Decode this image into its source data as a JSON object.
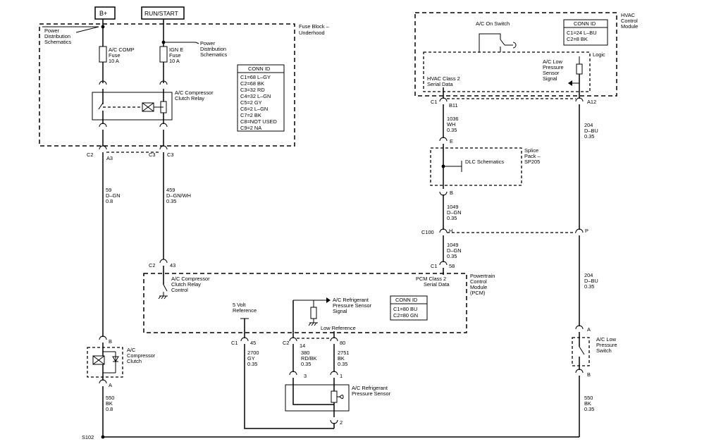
{
  "power": {
    "bplus": "B+",
    "runstart": "RUN/START"
  },
  "fuse_block": {
    "title_1": "Fuse Block –",
    "title_2": "Underhood",
    "pds_left_1": "Power",
    "pds_left_2": "Distribution",
    "pds_left_3": "Schematics",
    "pds_right_1": "Power",
    "pds_right_2": "Distribution",
    "pds_right_3": "Schematics",
    "fuse1_1": "A/C COMP",
    "fuse1_2": "Fuse",
    "fuse1_3": "10 A",
    "fuse2_1": "IGN E",
    "fuse2_2": "Fuse",
    "fuse2_3": "10 A",
    "relay_1": "A/C Compressor",
    "relay_2": "Clutch Relay",
    "conn_title": "CONN ID",
    "conn_rows": [
      "C1=68 L–GY",
      "C2=68 BK",
      "C3=32 RD",
      "C4=32 L–GN",
      "C5=2 GY",
      "C6=2 L–GN",
      "C7=2 BK",
      "C8=NOT USED",
      "C9=2 NA"
    ]
  },
  "hvac": {
    "title_1": "HVAC",
    "title_2": "Control",
    "title_3": "Module",
    "switch_label": "A/C On Switch",
    "logic": "Logic",
    "class2_1": "HVAC Class 2",
    "class2_2": "Serial Data",
    "sensor_1": "A/C Low",
    "sensor_2": "Pressure",
    "sensor_3": "Sensor",
    "sensor_4": "Signal",
    "conn_title": "CONN ID",
    "conn_rows": [
      "C1=24 L–BU",
      "C2=8 BK"
    ]
  },
  "pcm": {
    "title_1": "Powertrain",
    "title_2": "Control",
    "title_3": "Module",
    "title_4": "(PCM)",
    "class2_1": "PCM Class 2",
    "class2_2": "Serial Data",
    "relay_ctrl_1": "A/C Compressor",
    "relay_ctrl_2": "Clutch Relay",
    "relay_ctrl_3": "Control",
    "ref_1": "5 Volt",
    "ref_2": "Reference",
    "sig_1": "A/C Refrigerant",
    "sig_2": "Pressure Sensor",
    "sig_3": "Signal",
    "low_ref": "Low Reference",
    "conn_title": "CONN ID",
    "conn_rows": [
      "C1=80 BU",
      "C2=80 GN"
    ]
  },
  "splice": {
    "title_1": "Splice",
    "title_2": "Pack –",
    "title_3": "SP205",
    "dlc": "DLC Schematics",
    "e": "E",
    "b": "B"
  },
  "connectors": {
    "c2": "C2",
    "a3": "A3",
    "c3a": "C3",
    "c3b": "C3",
    "c2b": "C2",
    "p43": "43",
    "c1_hvac": "C1",
    "b11": "B11",
    "a12": "A12",
    "c100": "C100",
    "h": "H",
    "p": "P",
    "c1_pcm": "C1",
    "p58": "58",
    "c1_ref": "C1",
    "p45": "45",
    "c2_sig": "C2",
    "p14": "14",
    "p80": "80",
    "clutch_b": "B",
    "clutch_a": "A",
    "lps_a": "A",
    "lps_b": "B",
    "sensor_3": "3",
    "sensor_1": "1",
    "sensor_2": "2"
  },
  "wires": {
    "w59": [
      "59",
      "D–GN",
      "0.8"
    ],
    "w459": [
      "459",
      "D–GN/WH",
      "0.35"
    ],
    "w1036": [
      "1036",
      "WH",
      "0.35"
    ],
    "w1049a": [
      "1049",
      "D–GN",
      "0.35"
    ],
    "w1049b": [
      "1049",
      "D–GN",
      "0.35"
    ],
    "w204a": [
      "204",
      "D–BU",
      "0.35"
    ],
    "w204b": [
      "204",
      "D–BU",
      "0.35"
    ],
    "w550a": [
      "550",
      "BK",
      "0.8"
    ],
    "w550b": [
      "550",
      "BK",
      "0.35"
    ],
    "w2700": [
      "2700",
      "GY",
      "0.35"
    ],
    "w380": [
      "380",
      "RD/BK",
      "0.35"
    ],
    "w2751": [
      "2751",
      "BK",
      "0.35"
    ]
  },
  "components": {
    "clutch_1": "A/C",
    "clutch_2": "Compressor",
    "clutch_3": "Clutch",
    "lps_1": "A/C Low",
    "lps_2": "Pressure",
    "lps_3": "Switch",
    "rps_1": "A/C Refrigerant",
    "rps_2": "Pressure Sensor"
  },
  "ground": {
    "s102": "S102"
  }
}
